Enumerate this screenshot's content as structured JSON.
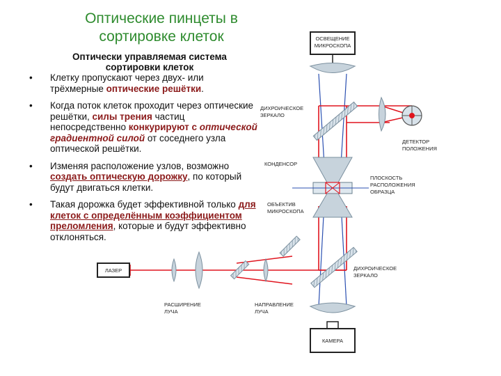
{
  "title": "Оптические пинцеты в сортировке клеток",
  "subtitle": "Оптически управляемая система сортировки клеток",
  "bullets": {
    "b1": {
      "t1": "Клетку пропускают через двух- или трёхмерные ",
      "h1": "оптические решётки",
      "t2": "."
    },
    "b2": {
      "t1": "Когда поток клеток проходит через оптические решётки, ",
      "h1": "силы трения",
      "t2": " частиц непосредственно ",
      "h2": "конкурируют с ",
      "h3": "оптической градиентной силой",
      "t3": " от соседнего узла оптической решётки."
    },
    "b3": {
      "t1": "Изменяя расположение узлов, возможно ",
      "h1": "создать оптическую дорожку",
      "t2": ", по который будут двигаться клетки."
    },
    "b4": {
      "t1": "Такая дорожка будет эффективной только ",
      "h1": "для клеток с определённым коэффициентом преломления",
      "t2": ", которые и будут эффективно отклоняться."
    }
  },
  "bullet_glyph": "•",
  "diagram": {
    "illumination_l1": "ОСВЕЩЕНИЕ",
    "illumination_l2": "МИКРОСКОПА",
    "dichroic_top_l1": "ДИХРОИЧЕСКОЕ",
    "dichroic_top_l2": "ЗЕРКАЛО",
    "detector_l1": "ДЕТЕКТОР",
    "detector_l2": "ПОЛОЖЕНИЯ",
    "condenser": "КОНДЕНСОР",
    "sample_l1": "ПЛОСКОСТЬ",
    "sample_l2": "РАСПОЛОЖЕНИЯ",
    "sample_l3": "ОБРАЗЦА",
    "objective_l1": "ОБЪЕКТИВ",
    "objective_l2": "МИКРОСКОПА",
    "laser": "ЛАЗЕР",
    "dichroic_bottom_l1": "ДИХРОИЧЕСКОЕ",
    "dichroic_bottom_l2": "ЗЕРКАЛО",
    "expansion_l1": "РАСШИРЕНИЕ",
    "expansion_l2": "ЛУЧА",
    "steering_l1": "НАПРАВЛЕНИЕ",
    "steering_l2": "ЛУЧА",
    "camera": "КАМЕРА"
  },
  "colors": {
    "title": "#2e8b2e",
    "highlight": "#8b1a1a",
    "beam_red": "#e0141e",
    "beam_blue": "#2a4fb0",
    "optics": "#c7d3dc"
  }
}
